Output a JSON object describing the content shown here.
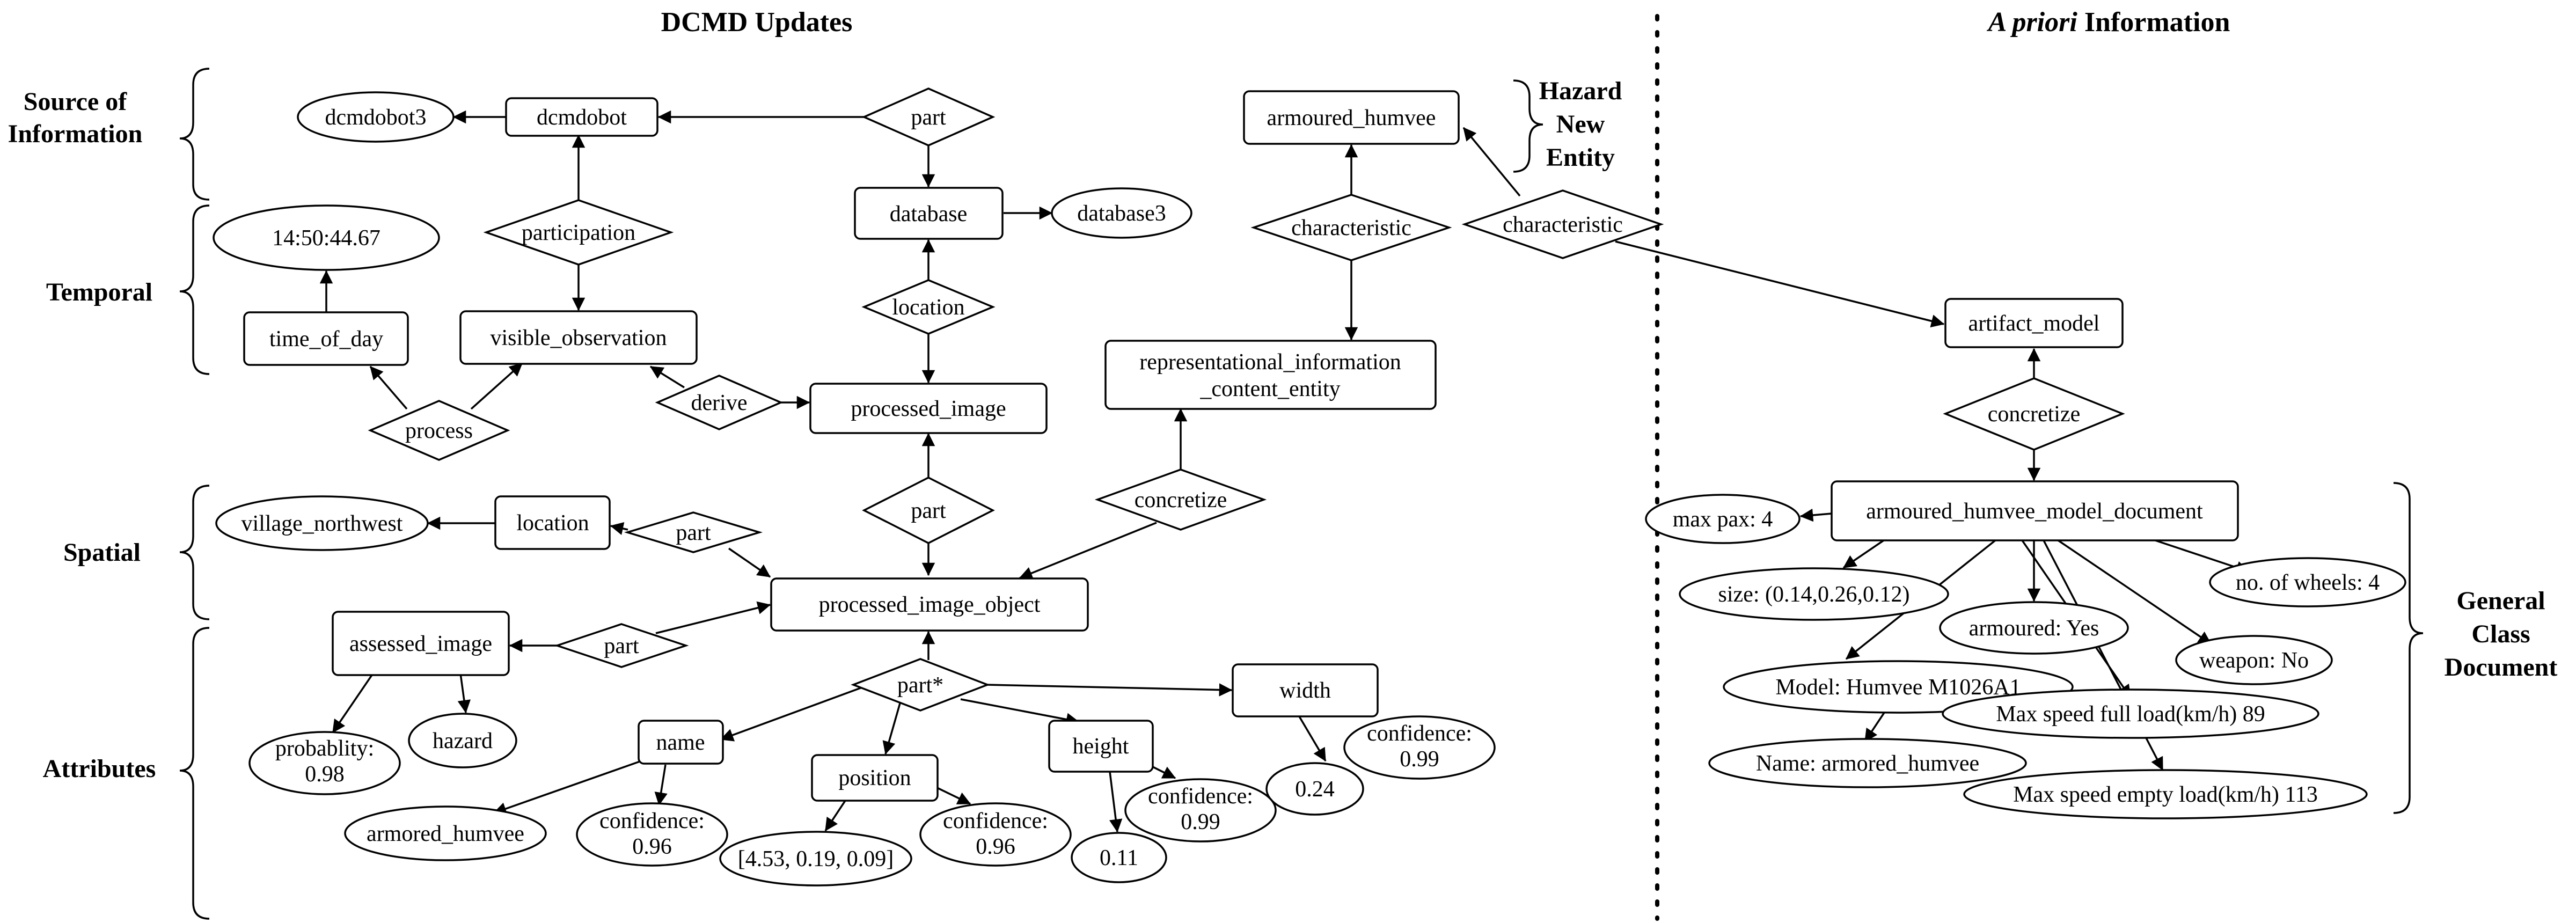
{
  "headers": {
    "dcmd_updates": "DCMD Updates",
    "a_priori_italic": "A priori",
    "a_priori_rest": " Information"
  },
  "categories": {
    "source_line1": "Source of",
    "source_line2": "Information",
    "temporal": "Temporal",
    "spatial": "Spatial",
    "attributes": "Attributes",
    "hazard_line1": "Hazard",
    "hazard_line2": "New",
    "hazard_line3": "Entity",
    "general_line1": "General",
    "general_line2": "Class",
    "general_line3": "Document"
  },
  "nodes": {
    "dcmdobot3": "dcmdobot3",
    "dcmdobot": "dcmdobot",
    "part_top": "part",
    "database": "database",
    "database3": "database3",
    "armoured_humvee": "armoured_humvee",
    "characteristic_left": "characteristic",
    "characteristic_right": "characteristic",
    "participation": "participation",
    "time_value": "14:50:44.67",
    "time_of_day": "time_of_day",
    "visible_observation": "visible_observation",
    "location_diamond": "location",
    "processed_image": "processed_image",
    "rice_line1": "representational_information",
    "rice_line2": "_content_entity",
    "derive": "derive",
    "process": "process",
    "part_mid": "part",
    "concretize_left": "concretize",
    "village_northwest": "village_northwest",
    "location_box": "location",
    "part_spatial": "part",
    "processed_image_object": "processed_image_object",
    "assessed_image": "assessed_image",
    "part_attr": "part",
    "part_star": "part*",
    "width": "width",
    "probability_line1": "probablity:",
    "probability_line2": "0.98",
    "hazard": "hazard",
    "name": "name",
    "position": "position",
    "height": "height",
    "width_conf_line1": "confidence:",
    "width_conf_line2": "0.99",
    "width_value": "0.24",
    "armored_humvee": "armored_humvee",
    "name_conf_line1": "confidence:",
    "name_conf_line2": "0.96",
    "position_value": "[4.53, 0.19, 0.09]",
    "pos_conf_line1": "confidence:",
    "pos_conf_line2": "0.96",
    "height_conf_line1": "confidence:",
    "height_conf_line2": "0.99",
    "height_value": "0.11",
    "artifact_model": "artifact_model",
    "concretize_right": "concretize",
    "model_document": "armoured_humvee_model_document",
    "max_pax": "max pax: 4",
    "size": "size: (0.14,0.26,0.12)",
    "wheels": "no. of wheels: 4",
    "armoured_yes": "armoured: Yes",
    "weapon": "weapon: No",
    "model": "Model: Humvee M1026A1",
    "max_speed_full": "Max speed full load(km/h) 89",
    "name_armored": "Name: armored_humvee",
    "max_speed_empty": "Max speed empty load(km/h) 113"
  }
}
